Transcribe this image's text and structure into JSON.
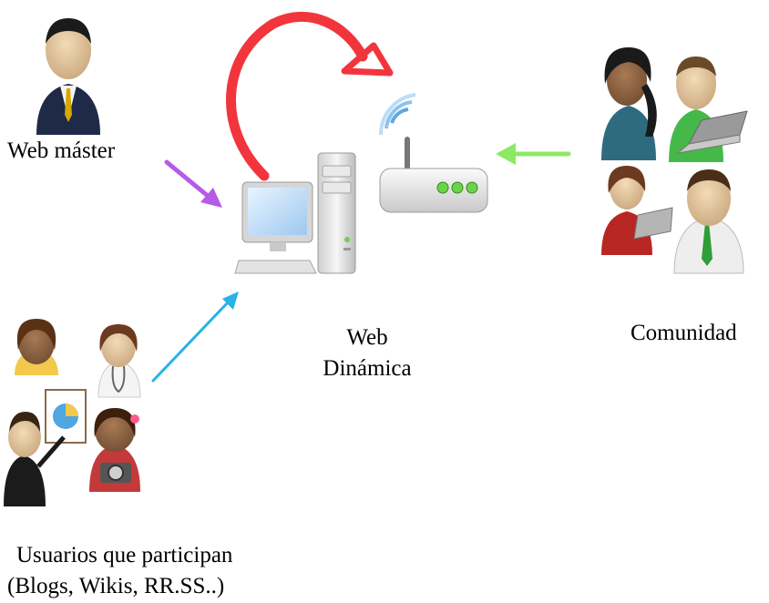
{
  "labels": {
    "webmaster": "Web máster",
    "web_dinamica_line1": "Web",
    "web_dinamica_line2": "Dinámica",
    "comunidad": "Comunidad",
    "usuarios_line1": "Usuarios que participan",
    "usuarios_line2": "(Blogs, Wikis, RR.SS..)"
  },
  "icons": {
    "webmaster": "businessman-icon",
    "computer": "desktop-computer-icon",
    "router": "wifi-router-icon",
    "cycle_arrow": "curved-red-arrow-icon",
    "community": "people-group-icon",
    "users": "user-group-icon"
  },
  "colors": {
    "cycle_arrow": "#f2353d",
    "webmaster_arrow": "#b65ae8",
    "users_arrow": "#27b2e8",
    "community_arrow": "#8fe864"
  }
}
